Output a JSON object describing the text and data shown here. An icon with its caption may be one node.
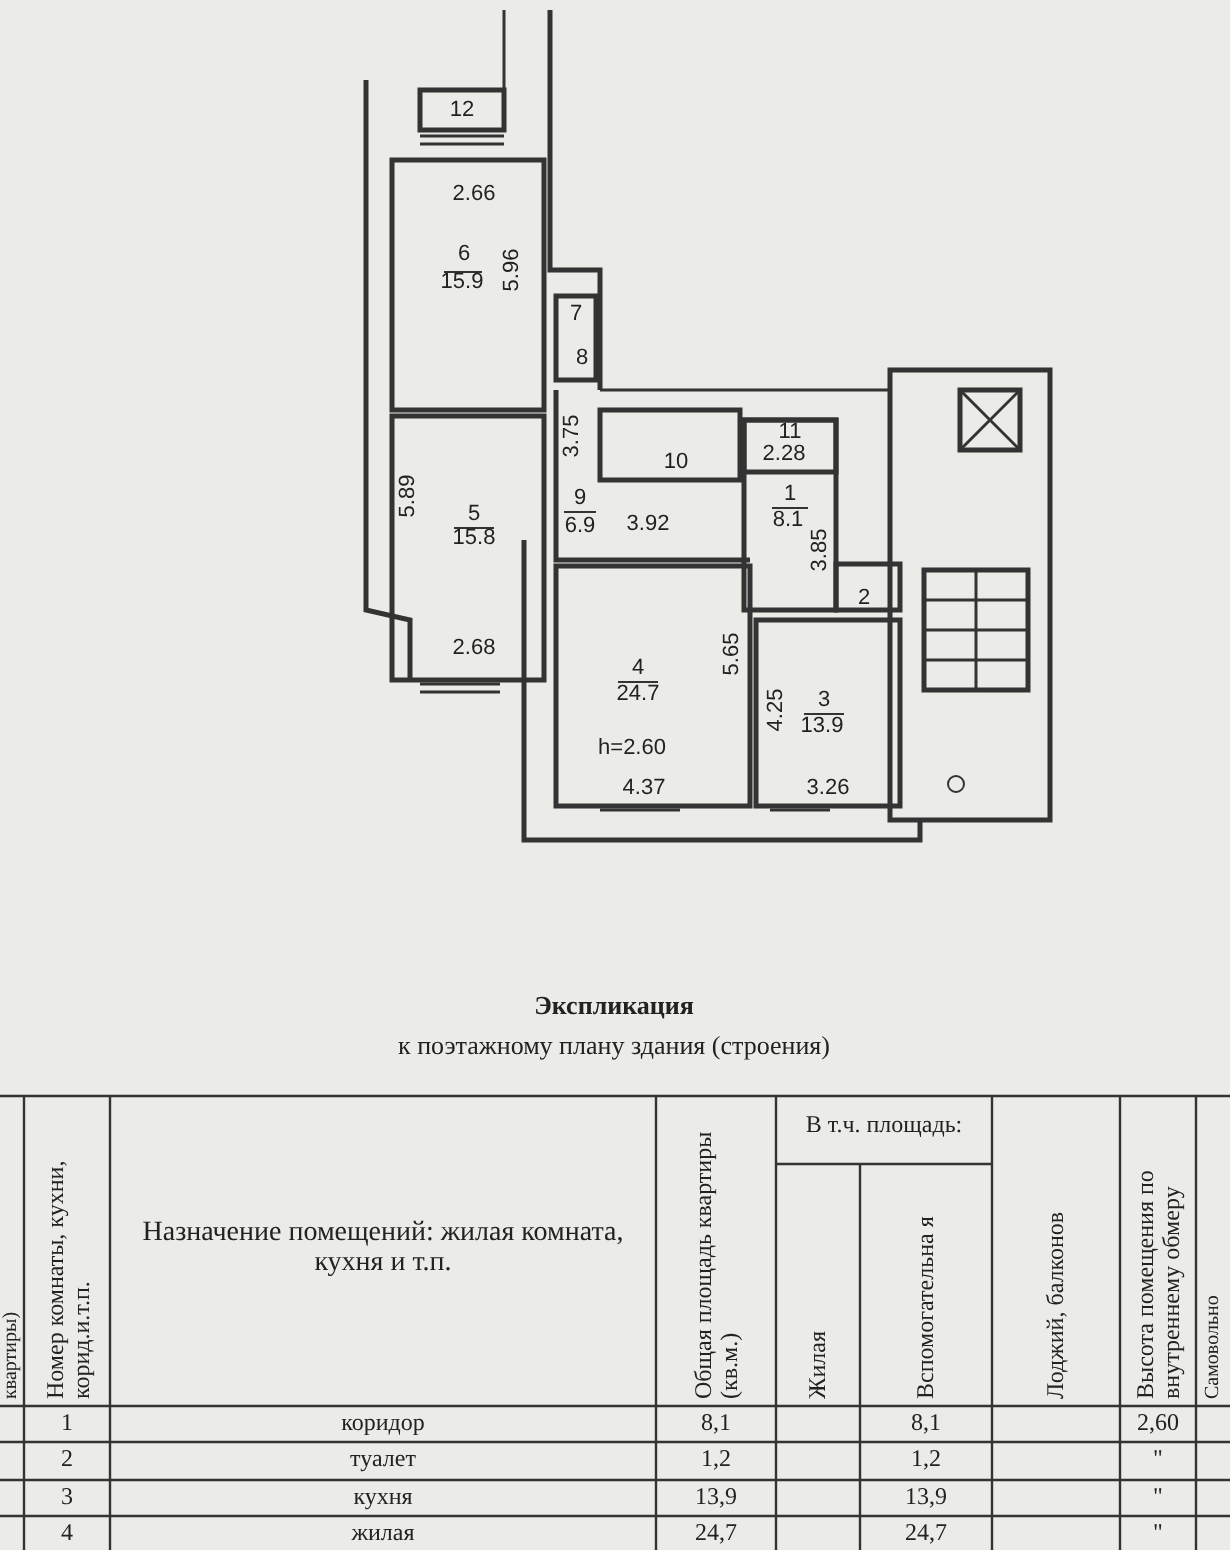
{
  "diagram": {
    "title": "Экспликация",
    "labels": [
      "12",
      "2.66",
      "6",
      "15.9",
      "5.96",
      "7",
      "8",
      "3.75",
      "10",
      "11",
      "2.28",
      "9",
      "6.9",
      "3.92",
      "1",
      "8.1",
      "3.85",
      "5.89",
      "5",
      "15.8",
      "2.68",
      "2",
      "4",
      "24.7",
      "5.65",
      "4.25",
      "3",
      "13.9",
      "h=2.60",
      "4.37",
      "3.26",
      "к поэтажному плану здания (строения)",
      "квартиры)",
      "Номер комнаты, кухни, корид.и.т.п.",
      "Назначение помещений: жилая комната, кухня и т.п.",
      "Общая площадь квартиры (кв.м.)",
      "В т.ч. площадь:",
      "Жилая",
      "Вспомогательна я",
      "Лоджий, балконов",
      "Высота помещения по внутреннему обмеру",
      "Самовольно",
      "1",
      "коридор",
      "8,1",
      "8,1",
      "2,60",
      "2",
      "туалет",
      "1,2",
      "1,2",
      "\"",
      "3",
      "кухня",
      "13,9",
      "13,9",
      "\"",
      "4",
      "жилая",
      "24,7",
      "24,7",
      "\""
    ]
  }
}
